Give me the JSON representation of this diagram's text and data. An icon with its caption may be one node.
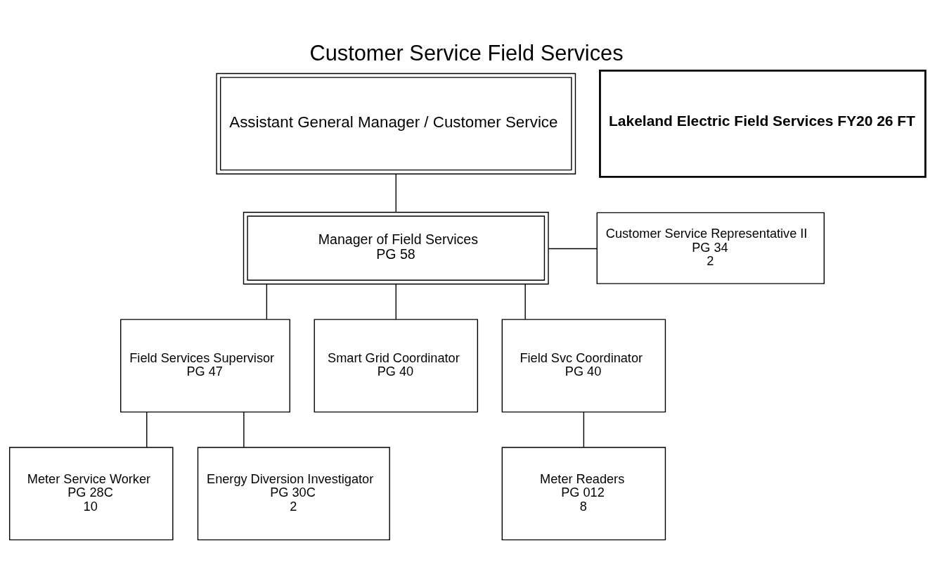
{
  "diagram": {
    "title": "Customer Service Field Services",
    "nodes": [
      {
        "text": [
          "Assistant General Manager / Customer Service"
        ]
      },
      {
        "text": [
          "Lakeland Electric Field Services FY20 26 FT"
        ]
      },
      {
        "text": [
          "Manager of Field Services",
          "PG 58"
        ]
      },
      {
        "text": [
          "Customer Service Representative II",
          "PG 34",
          "2"
        ]
      },
      {
        "text": [
          "Field Services Supervisor",
          "PG 47"
        ]
      },
      {
        "text": [
          "Smart Grid Coordinator",
          "PG 40"
        ]
      },
      {
        "text": [
          "Field Svc Coordinator",
          "PG 40"
        ]
      },
      {
        "text": [
          "Meter Service Worker",
          "PG 28C",
          "10"
        ]
      },
      {
        "text": [
          "Energy Diversion Investigator",
          "PG 30C",
          "2"
        ]
      },
      {
        "text": [
          "Meter Readers",
          "PG 012",
          "8"
        ]
      }
    ],
    "edges": [
      {
        "from": 0,
        "to": 2,
        "arrow": "none"
      },
      {
        "from": 2,
        "to": 3,
        "arrow": "none"
      },
      {
        "from": 2,
        "to": 4,
        "arrow": "none"
      },
      {
        "from": 2,
        "to": 5,
        "arrow": "none"
      },
      {
        "from": 2,
        "to": 6,
        "arrow": "none"
      },
      {
        "from": 4,
        "to": 7,
        "arrow": "none"
      },
      {
        "from": 4,
        "to": 8,
        "arrow": "none"
      },
      {
        "from": 6,
        "to": 9,
        "arrow": "none"
      }
    ]
  }
}
